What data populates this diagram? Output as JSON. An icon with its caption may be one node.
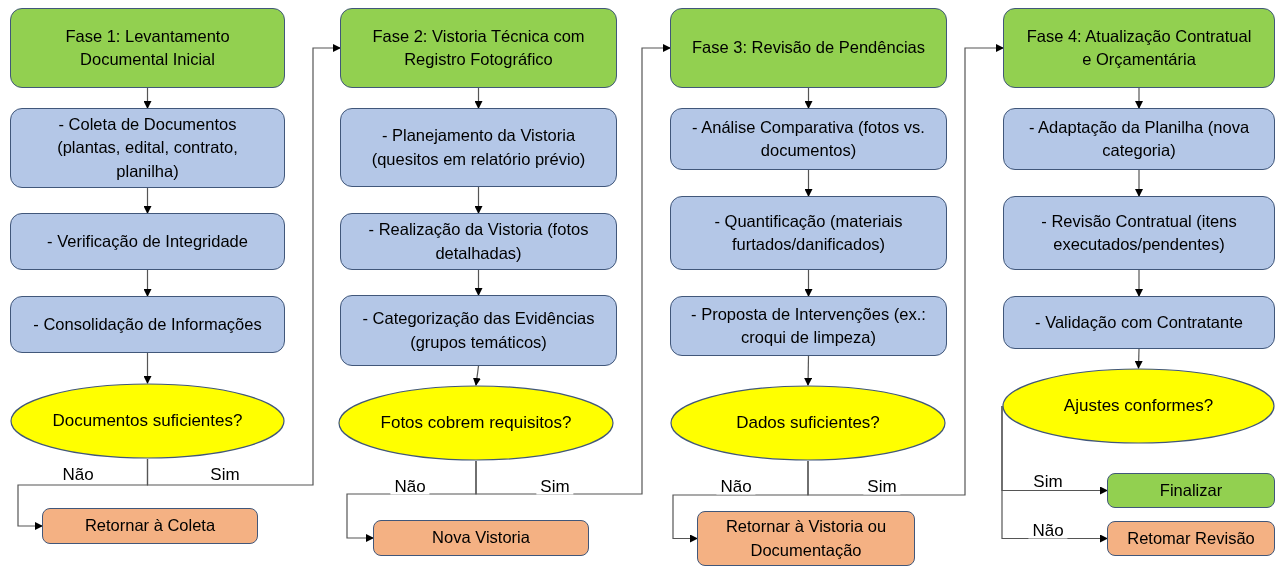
{
  "diagram": {
    "nodes": [
      {
        "text": [
          "Fase 1: Levantamento Documental Inicial"
        ]
      },
      {
        "text": [
          "- Coleta de Documentos (plantas, edital, contrato, planilha)"
        ]
      },
      {
        "text": [
          "- Verificação de Integridade"
        ]
      },
      {
        "text": [
          "- Consolidação de Informações"
        ]
      },
      {
        "text": [
          "Documentos suficientes?"
        ]
      },
      {
        "text": [
          "Retornar à Coleta"
        ]
      },
      {
        "text": [
          "Fase 2: Vistoria Técnica com Registro Fotográfico"
        ]
      },
      {
        "text": [
          "- Planejamento da Vistoria (quesitos em relatório prévio)"
        ]
      },
      {
        "text": [
          "- Realização da Vistoria (fotos detalhadas)"
        ]
      },
      {
        "text": [
          "- Categorização das Evidências (grupos temáticos)"
        ]
      },
      {
        "text": [
          "Fotos cobrem requisitos?"
        ]
      },
      {
        "text": [
          "Nova Vistoria"
        ]
      },
      {
        "text": [
          "Fase 3: Revisão de Pendências"
        ]
      },
      {
        "text": [
          "- Análise Comparativa (fotos vs. documentos)"
        ]
      },
      {
        "text": [
          "- Quantificação (materiais furtados/danificados)"
        ]
      },
      {
        "text": [
          "- Proposta de Intervenções (ex.: croqui de limpeza)"
        ]
      },
      {
        "text": [
          "Dados suficientes?"
        ]
      },
      {
        "text": [
          "Retornar à Vistoria ou Documentação"
        ]
      },
      {
        "text": [
          "Fase 4: Atualização Contratual e Orçamentária"
        ]
      },
      {
        "text": [
          "- Adaptação da Planilha (nova categoria)"
        ]
      },
      {
        "text": [
          "- Revisão Contratual (itens executados/pendentes)"
        ]
      },
      {
        "text": [
          "- Validação com Contratante"
        ]
      },
      {
        "text": [
          "Ajustes conformes?"
        ]
      },
      {
        "text": [
          "Finalizar"
        ]
      },
      {
        "text": [
          "Retomar Revisão"
        ]
      }
    ],
    "edges": [
      {
        "from": 0,
        "to": 1,
        "arrow": "to"
      },
      {
        "from": 1,
        "to": 2,
        "arrow": "to"
      },
      {
        "from": 2,
        "to": 3,
        "arrow": "to"
      },
      {
        "from": 3,
        "to": 4,
        "arrow": "to"
      },
      {
        "from": 4,
        "to": 5,
        "arrow": "to",
        "label": "Não"
      },
      {
        "from": 4,
        "to": 6,
        "arrow": "to",
        "label": "Sim"
      },
      {
        "from": 6,
        "to": 7,
        "arrow": "to"
      },
      {
        "from": 7,
        "to": 8,
        "arrow": "to"
      },
      {
        "from": 8,
        "to": 9,
        "arrow": "to"
      },
      {
        "from": 9,
        "to": 10,
        "arrow": "to"
      },
      {
        "from": 10,
        "to": 11,
        "arrow": "to",
        "label": "Não"
      },
      {
        "from": 10,
        "to": 12,
        "arrow": "to",
        "label": "Sim"
      },
      {
        "from": 12,
        "to": 13,
        "arrow": "to"
      },
      {
        "from": 13,
        "to": 14,
        "arrow": "to"
      },
      {
        "from": 14,
        "to": 15,
        "arrow": "to"
      },
      {
        "from": 15,
        "to": 16,
        "arrow": "to"
      },
      {
        "from": 16,
        "to": 17,
        "arrow": "to",
        "label": "Não"
      },
      {
        "from": 16,
        "to": 18,
        "arrow": "to",
        "label": "Sim"
      },
      {
        "from": 18,
        "to": 19,
        "arrow": "to"
      },
      {
        "from": 19,
        "to": 20,
        "arrow": "to"
      },
      {
        "from": 20,
        "to": 21,
        "arrow": "to"
      },
      {
        "from": 21,
        "to": 22,
        "arrow": "to"
      },
      {
        "from": 22,
        "to": 23,
        "arrow": "to",
        "label": "Sim"
      },
      {
        "from": 22,
        "to": 24,
        "arrow": "to",
        "label": "Não"
      }
    ]
  }
}
